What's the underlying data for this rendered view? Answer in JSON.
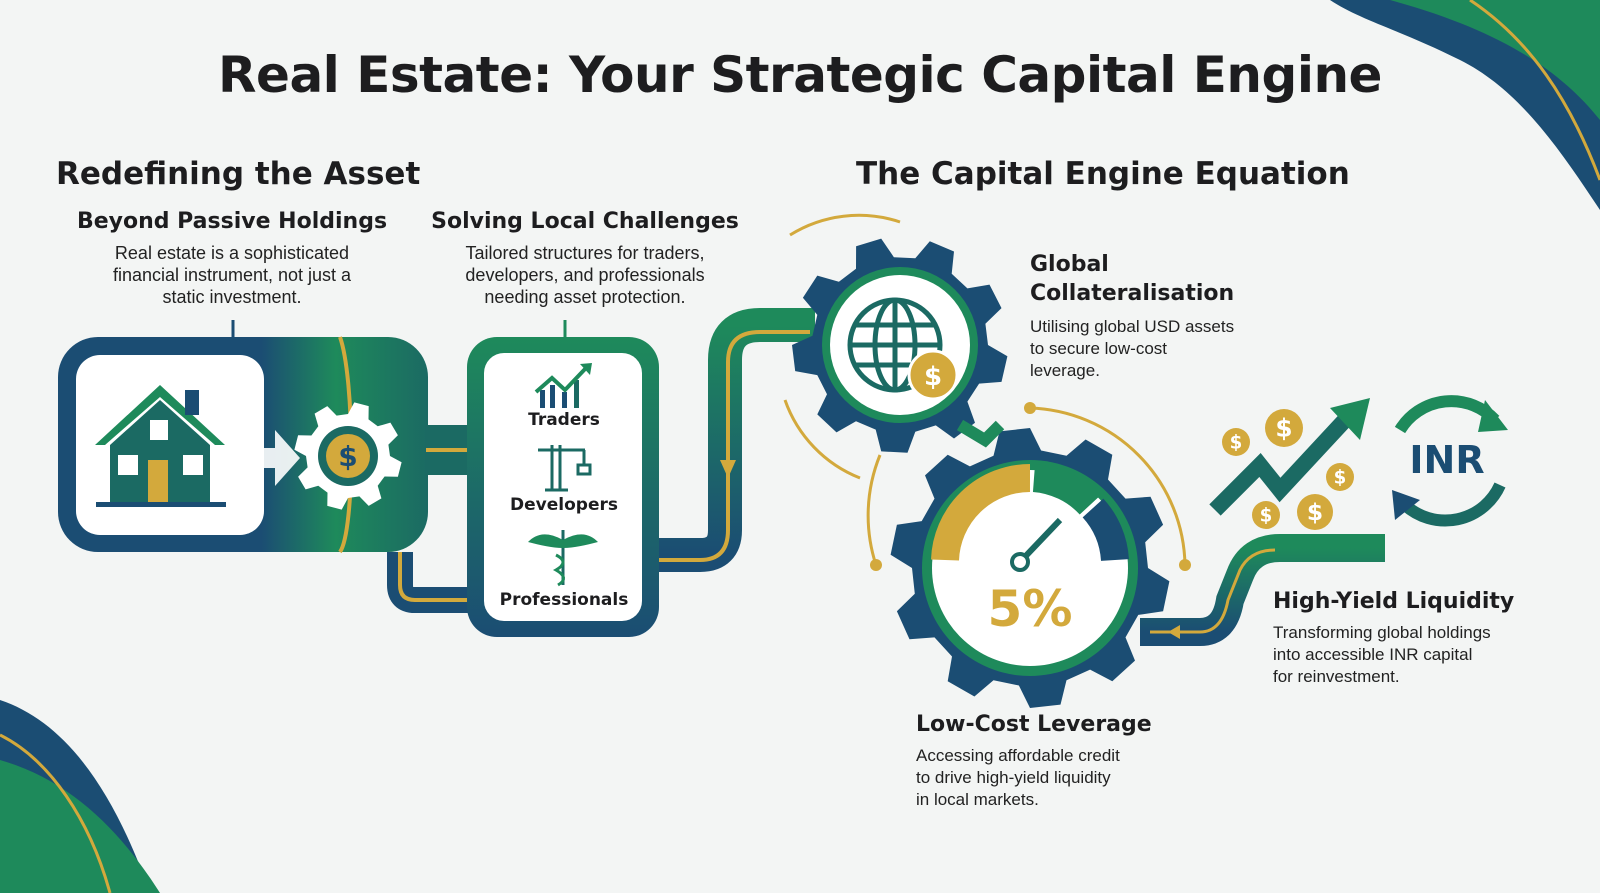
{
  "title": "Real Estate: Your Strategic Capital Engine",
  "left_section": {
    "heading": "Redefining the Asset",
    "card1": {
      "title": "Beyond Passive Holdings",
      "lines": [
        "Real estate is a sophisticated",
        "financial instrument, not just a",
        "static investment."
      ]
    },
    "card2": {
      "title": "Solving Local Challenges",
      "lines": [
        "Tailored structures for traders,",
        "developers, and professionals",
        "needing asset protection."
      ]
    },
    "segments": [
      "Traders",
      "Developers",
      "Professionals"
    ]
  },
  "right_section": {
    "heading": "The Capital Engine Equation",
    "global": {
      "title_lines": [
        "Global",
        "Collateralisation"
      ],
      "lines": [
        "Utilising global USD assets",
        "to secure low-cost",
        "leverage."
      ]
    },
    "leverage": {
      "title": "Low-Cost Leverage",
      "gauge_value": "5%",
      "lines": [
        "Accessing affordable credit",
        "to drive high-yield liquidity",
        "in local markets."
      ]
    },
    "liquidity": {
      "title": "High-Yield Liquidity",
      "currency": "INR",
      "lines": [
        "Transforming global holdings",
        "into accessible INR capital",
        "for reinvestment."
      ]
    }
  },
  "colors": {
    "navy": "#1b4d73",
    "green": "#1e8a5b",
    "gold": "#d3a93c",
    "background": "#f3f5f4"
  }
}
